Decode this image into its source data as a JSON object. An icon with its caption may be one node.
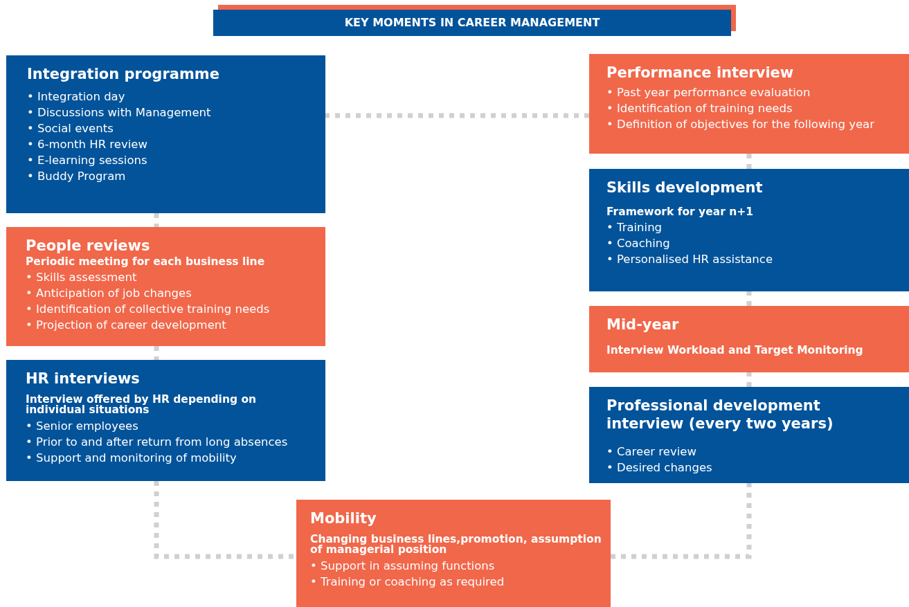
{
  "diagram": {
    "title": "KEY MOMENTS IN CAREER MANAGEMENT",
    "nodes": [
      {
        "text": [
          "Integration programme",
          "• Integration day",
          "• Discussions with Management",
          "• Social events",
          "• 6-month HR review",
          "• E-learning sessions",
          "• Buddy Program"
        ]
      },
      {
        "text": [
          "People reviews",
          "Periodic meeting for each business line",
          "• Skills assessment",
          "• Anticipation of job changes",
          "• Identification of collective training needs",
          "• Projection of career development"
        ]
      },
      {
        "text": [
          "HR interviews",
          "Interview offered by HR depending on individual situations",
          "• Senior employees",
          "• Prior to and after return from long absences",
          "• Support and monitoring of mobility"
        ]
      },
      {
        "text": [
          "Performance interview",
          "• Past year performance evaluation",
          "• Identification of training needs",
          "• Definition of objectives for the following year"
        ]
      },
      {
        "text": [
          "Skills development",
          "Framework for year n+1",
          "• Training",
          "• Coaching",
          "• Personalised HR assistance"
        ]
      },
      {
        "text": [
          "Mid-year",
          "Interview Workload and Target Monitoring"
        ]
      },
      {
        "text": [
          "Professional development interview (every two years)",
          "• Career review",
          "• Desired changes"
        ]
      },
      {
        "text": [
          "Mobility",
          "Changing business lines,promotion, assumption of managerial position",
          "• Support in assuming functions",
          "• Training or coaching as required"
        ]
      }
    ],
    "edges": [
      {
        "from": 0,
        "to": 1,
        "arrow": "none",
        "style": "dashed"
      },
      {
        "from": 1,
        "to": 2,
        "arrow": "none",
        "style": "dashed"
      },
      {
        "from": 2,
        "to": 7,
        "arrow": "none",
        "style": "dashed"
      },
      {
        "from": 7,
        "to": 6,
        "arrow": "none",
        "style": "dashed"
      },
      {
        "from": 6,
        "to": 5,
        "arrow": "none",
        "style": "dashed"
      },
      {
        "from": 5,
        "to": 4,
        "arrow": "none",
        "style": "dashed"
      },
      {
        "from": 4,
        "to": 3,
        "arrow": "none",
        "style": "dashed"
      },
      {
        "from": 3,
        "to": 0,
        "arrow": "none",
        "style": "dashed"
      }
    ]
  }
}
